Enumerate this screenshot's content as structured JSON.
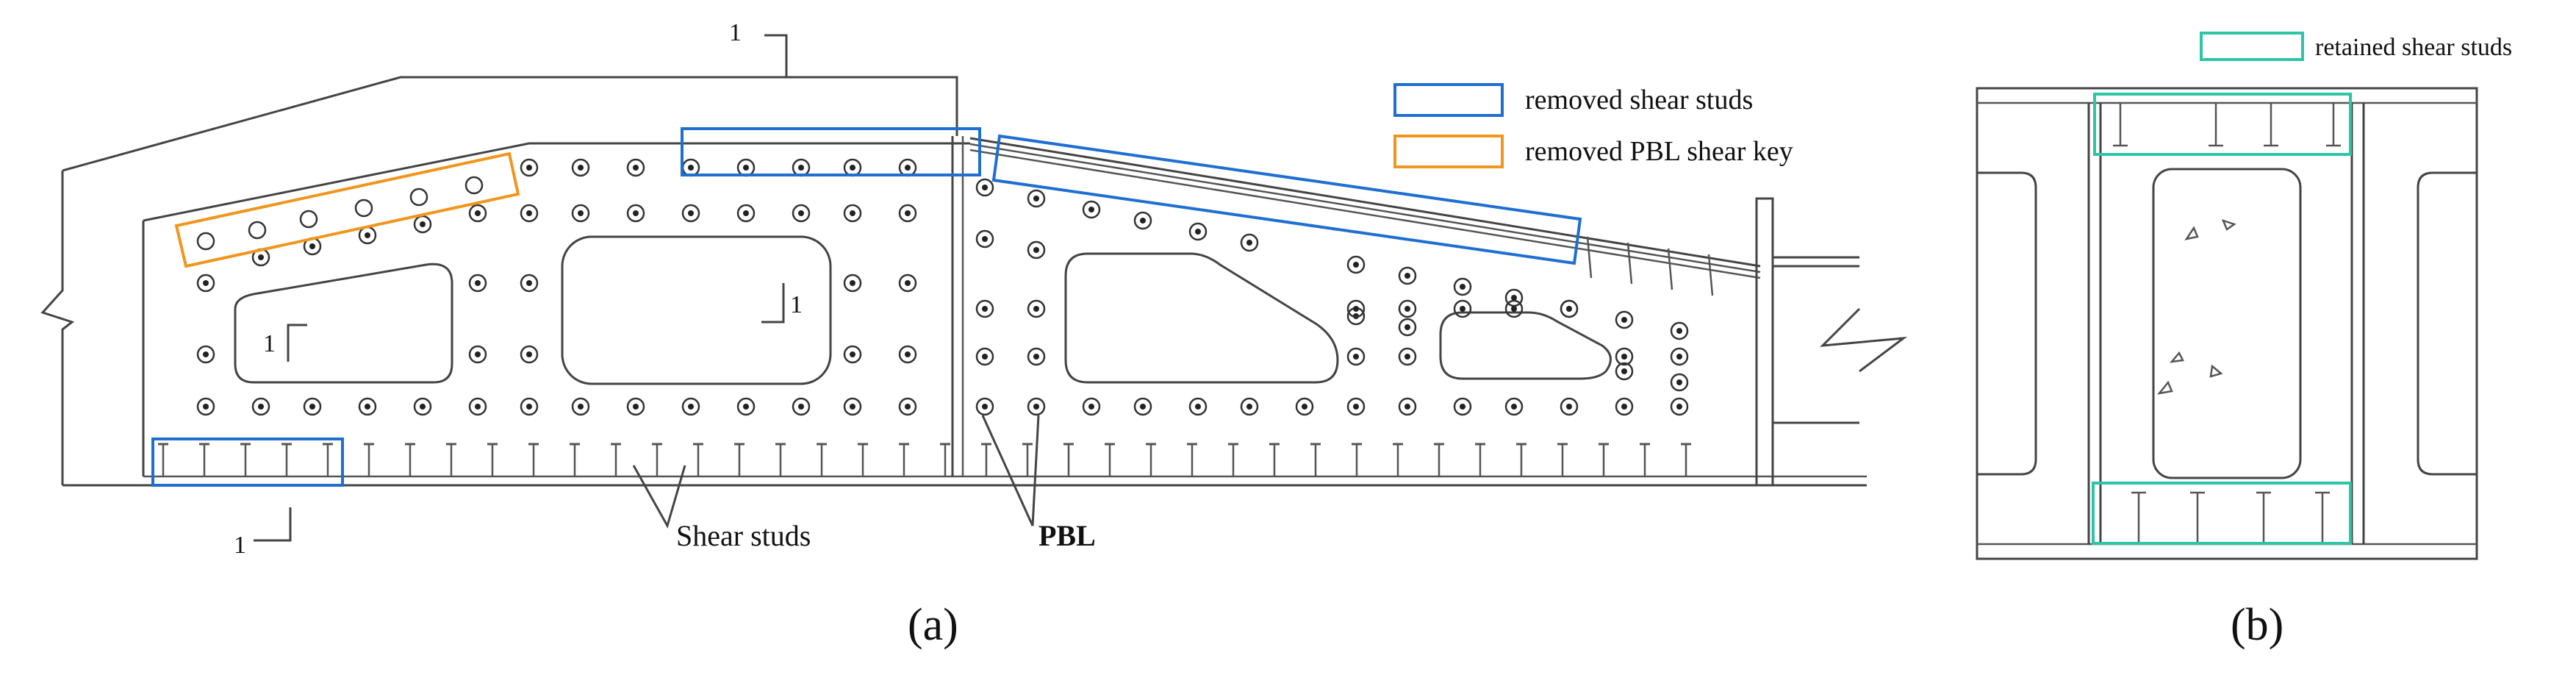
{
  "legend_a": {
    "removed_studs": "removed  shear studs",
    "removed_pbl": "removed  PBL shear key",
    "removed_studs_color": "#1f6fd1",
    "removed_pbl_color": "#f0961e"
  },
  "legend_b": {
    "retained_studs": "retained shear studs",
    "retained_color": "#2ec4a6"
  },
  "labels": {
    "shear_studs": "Shear studs",
    "pbl": "PBL",
    "section_mark": "1",
    "caption_a": "(a)",
    "caption_b": "(b)"
  },
  "icons": {
    "pbl_hole": "pbl-hole-icon",
    "stud": "shear-stud-icon"
  }
}
